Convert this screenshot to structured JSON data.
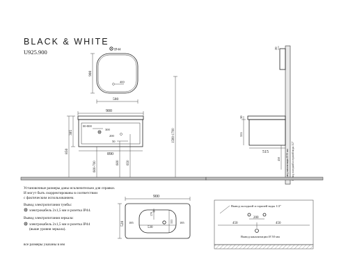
{
  "header": {
    "brand": "BLACK & WHITE",
    "model": "U925.900"
  },
  "mirror": {
    "connector": "IP44",
    "switch": "400",
    "width": "580",
    "height": "900"
  },
  "cabinet": {
    "width_top": "900",
    "width_inner": "890",
    "height": "385",
    "inner_width": "00-800",
    "d300": "300",
    "d200": "200",
    "d50": "50",
    "h850": "850",
    "h600_700": "600-700",
    "h600": "600",
    "h650": "650",
    "mirror_mount": "1580-1700"
  },
  "side": {
    "top": "20",
    "gap": "30",
    "height": "355",
    "depth": "515",
    "v450": "450",
    "water_label": "Вывод холодной и горячей воды 1/2\"",
    "drain_label": "Вывод канализации Ø 50 мм"
  },
  "notes": {
    "l1": "Установочные размеры даны исключительно для справки.",
    "l2": "И могут быть скорректированы в соответствии",
    "l3": "с фактическим использованием.",
    "l4": "Вывод электропитания тумбы:",
    "l5": "электрокабель 2х1,5 мм и розетка IP44.",
    "l6": "Вывод электропитания зеркала:",
    "l7": "электрокабель 2х1,5 мм и розетка IP44",
    "l8": "(выше уровня зеркала).",
    "l9": "все размеры указаны в мм"
  },
  "top_view": {
    "width": "900",
    "depth": "520",
    "bowl_width": "530",
    "bowl_depth": "333",
    "side_left": "185",
    "side_right": "185",
    "tap_offset": "170"
  },
  "plumbing": {
    "water_label": "Вывод холодной и горячей воды 1/2\"",
    "pipe_gap": "200",
    "left": "450",
    "right": "450",
    "drain_label": "Вывод канализации Ø 50 мм"
  }
}
